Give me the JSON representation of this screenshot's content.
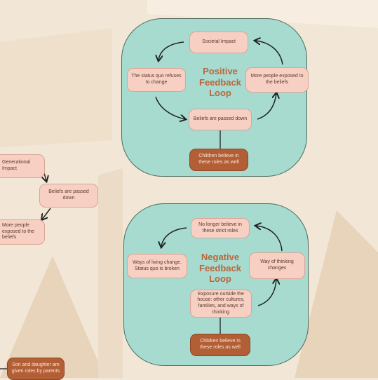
{
  "colors": {
    "background": "#f2e6d6",
    "panel": "#a7dbd0",
    "node": "#f7d0c3",
    "node_dark": "#b35f36",
    "title": "#b9663c"
  },
  "positive_loop": {
    "title_line1": "Positive",
    "title_line2": "Feedback",
    "title_line3": "Loop",
    "societal_impact": "Societal Impact",
    "status_quo": "The status quo refuses to change",
    "more_people": "More people exposed to the beliefs",
    "beliefs_passed": "Beliefs are passed down",
    "children_believe": "Children believe in these roles as well"
  },
  "negative_loop": {
    "title_line1": "Negative",
    "title_line2": "Feedback",
    "title_line3": "Loop",
    "no_longer": "No longer believe in these strict roles",
    "ways_of_living": "Ways of living change. Status quo is broken",
    "ways_of_thinking": "Way of thinking changes",
    "exposure": "Exposure outside the house: other cultures, families, and ways of thinking",
    "children_believe": "Children believe in these roles as well"
  },
  "left_flow": {
    "generational": "Generational Impact",
    "beliefs_passed": "Beliefs are passed down",
    "more_people": "More people exposed to the beliefs",
    "son_daughter": "Son and daughter are given roles by parents"
  }
}
